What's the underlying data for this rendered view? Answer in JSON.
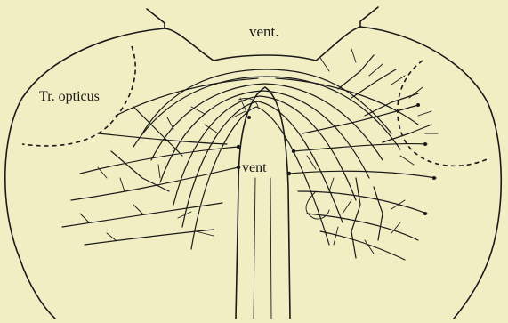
{
  "labels": {
    "vent_top": "vent.",
    "tr_opticus": "Tr. opticus",
    "vent_middle": "vent"
  },
  "colors": {
    "paper": "#f2eec4",
    "ink": "#1a1a1a"
  }
}
